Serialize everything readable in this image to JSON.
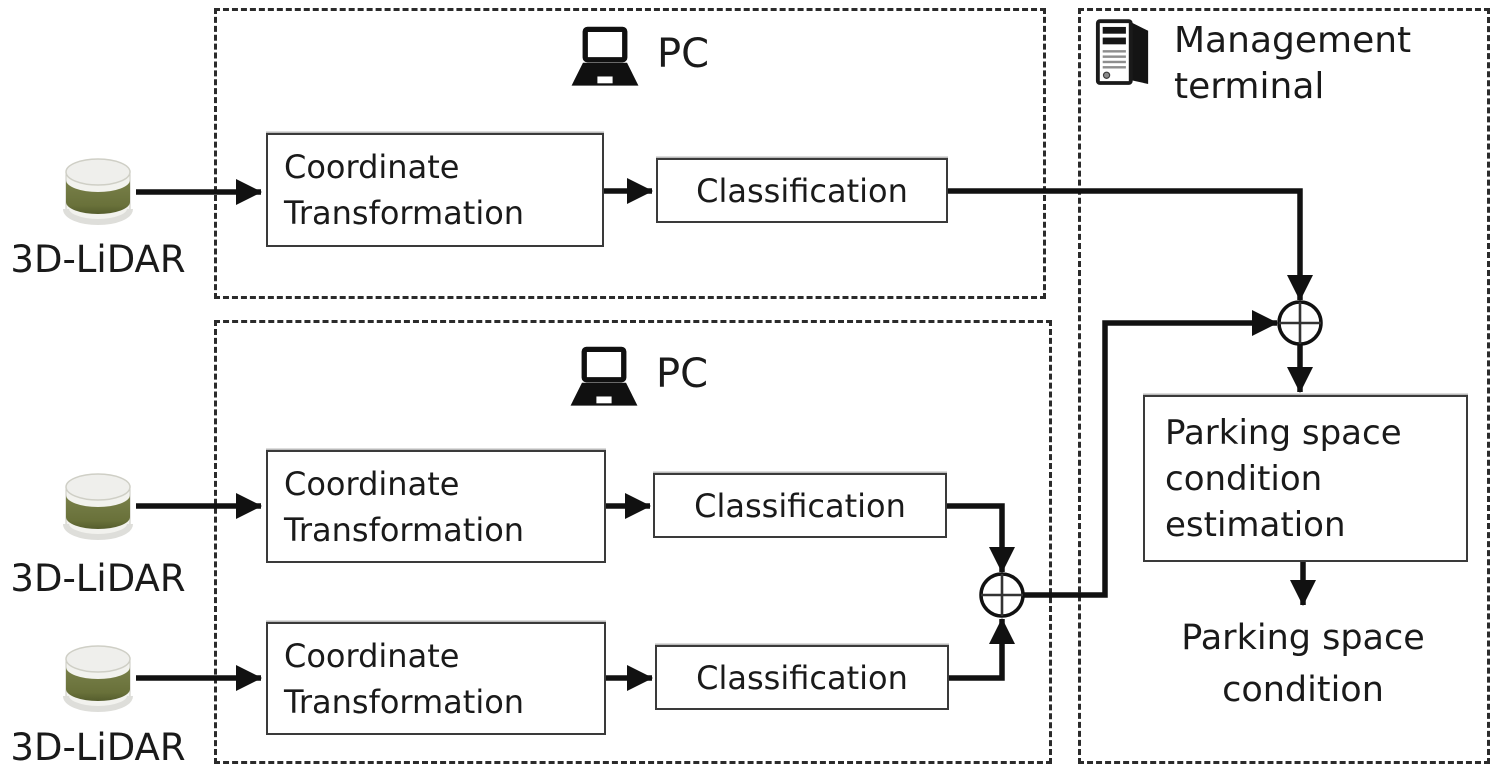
{
  "figure": {
    "sources": [
      {
        "label": "3D-LiDAR"
      },
      {
        "label": "3D-LiDAR"
      },
      {
        "label": "3D-LiDAR"
      }
    ],
    "pc_groups": [
      {
        "title": "PC",
        "boxes": [
          {
            "label": "Coordinate Transformation"
          },
          {
            "label": "Classification"
          }
        ]
      },
      {
        "title": "PC",
        "boxes": [
          {
            "label": "Coordinate Transformation"
          },
          {
            "label": "Classification"
          },
          {
            "label": "Coordinate Transformation"
          },
          {
            "label": "Classification"
          }
        ]
      }
    ],
    "management": {
      "title_line1": "Management",
      "title_line2": "terminal",
      "estimation_label": "Parking space condition estimation",
      "output_label": "Parking space condition"
    },
    "icons": {
      "lidar": "database-cylinder",
      "pc": "laptop",
      "management": "server-tower",
      "merge": "circled-plus"
    },
    "colors": {
      "lidar_band": "#6C743C",
      "line": "#111111",
      "box_border": "#3a3a3a",
      "dashed_border": "#2b2b2b",
      "background": "#ffffff"
    }
  }
}
